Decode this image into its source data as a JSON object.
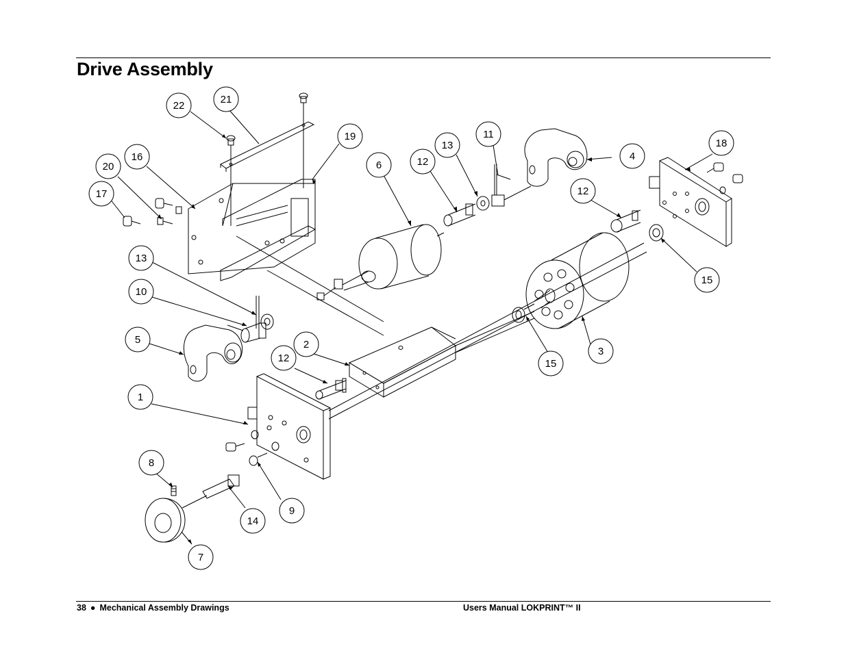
{
  "page": {
    "title": "Drive Assembly",
    "footer_page_number": "38",
    "footer_bullet": "●",
    "footer_section": "Mechanical Assembly Drawings",
    "footer_manual": "Users Manual LOKPRINT™ II"
  },
  "callouts": [
    {
      "id": "c22",
      "label": "22"
    },
    {
      "id": "c21",
      "label": "21"
    },
    {
      "id": "c16",
      "label": "16"
    },
    {
      "id": "c20",
      "label": "20"
    },
    {
      "id": "c17",
      "label": "17"
    },
    {
      "id": "c19",
      "label": "19"
    },
    {
      "id": "c6",
      "label": "6"
    },
    {
      "id": "c12a",
      "label": "12"
    },
    {
      "id": "c13a",
      "label": "13"
    },
    {
      "id": "c11",
      "label": "11"
    },
    {
      "id": "c4",
      "label": "4"
    },
    {
      "id": "c18",
      "label": "18"
    },
    {
      "id": "c12b",
      "label": "12"
    },
    {
      "id": "c15a",
      "label": "15"
    },
    {
      "id": "c13b",
      "label": "13"
    },
    {
      "id": "c10",
      "label": "10"
    },
    {
      "id": "c5",
      "label": "5"
    },
    {
      "id": "c2",
      "label": "2"
    },
    {
      "id": "c12c",
      "label": "12"
    },
    {
      "id": "c15b",
      "label": "15"
    },
    {
      "id": "c3",
      "label": "3"
    },
    {
      "id": "c1",
      "label": "1"
    },
    {
      "id": "c8",
      "label": "8"
    },
    {
      "id": "c9",
      "label": "9"
    },
    {
      "id": "c14",
      "label": "14"
    },
    {
      "id": "c7",
      "label": "7"
    }
  ]
}
